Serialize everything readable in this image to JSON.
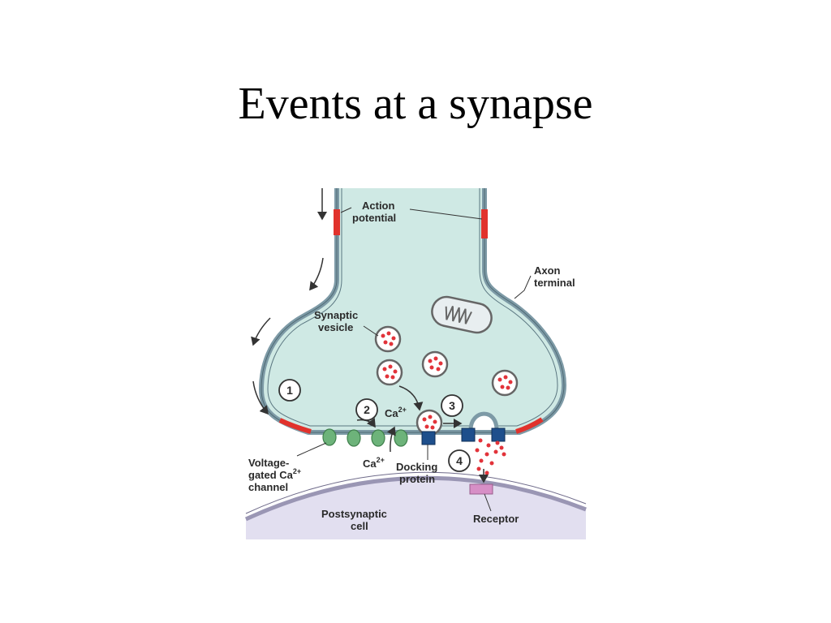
{
  "slide": {
    "title": "Events at a synapse"
  },
  "labels": {
    "action_potential": [
      "Action",
      "potential"
    ],
    "axon_terminal": [
      "Axon",
      "terminal"
    ],
    "synaptic_vesicle": [
      "Synaptic",
      "vesicle"
    ],
    "voltage_gated_channel": [
      "Voltage-",
      "gated Ca",
      "channel"
    ],
    "ca_superscript": "2+",
    "ca": "Ca",
    "docking_protein": [
      "Docking",
      "protein"
    ],
    "postsynaptic_cell": [
      "Postsynaptic",
      "cell"
    ],
    "receptor": "Receptor"
  },
  "steps": [
    "1",
    "2",
    "3",
    "4"
  ],
  "colors": {
    "cytoplasm": "#cfe9e4",
    "membrane": "#7d9aa6",
    "action_potential": "#e1322c",
    "channel": "#6db37a",
    "docking": "#1e4f8c",
    "neurotransmitter": "#e2333a",
    "receptor": "#d78fc6",
    "postsynaptic": "#e2dff0"
  }
}
